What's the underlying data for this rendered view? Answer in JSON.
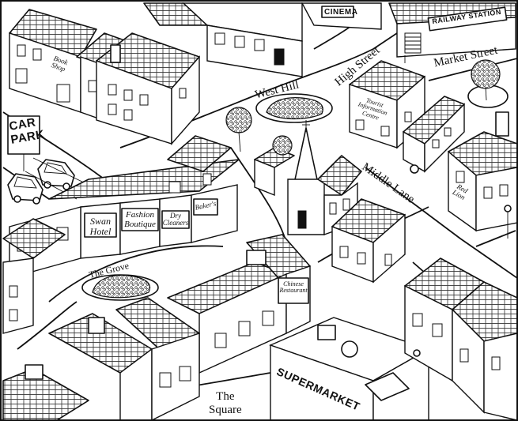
{
  "streets": {
    "west_hill": "West Hill",
    "high_street": "High Street",
    "market_street": "Market Street",
    "middle_lane": "Middle Lane",
    "the_grove": "The Grove",
    "the_square_line1": "The",
    "the_square_line2": "Square"
  },
  "buildings": {
    "car_park_line1": "CAR",
    "car_park_line2": "PARK",
    "cinema": "CINEMA",
    "railway_station": "RAILWAY STATION",
    "book_shop": "Book Shop",
    "tourist_information": "Tourist Information Centre",
    "swan_hotel_line1": "Swan",
    "swan_hotel_line2": "Hotel",
    "fashion_boutique_line1": "Fashion",
    "fashion_boutique_line2": "Boutique",
    "dry_cleaners_line1": "Dry",
    "dry_cleaners_line2": "Cleaners",
    "bakers": "Baker's",
    "red_lion_line1": "Red",
    "red_lion_line2": "Lion",
    "chinese_restaurant_line1": "Chinese",
    "chinese_restaurant_line2": "Restaurant",
    "supermarket": "SUPERMARKET"
  }
}
